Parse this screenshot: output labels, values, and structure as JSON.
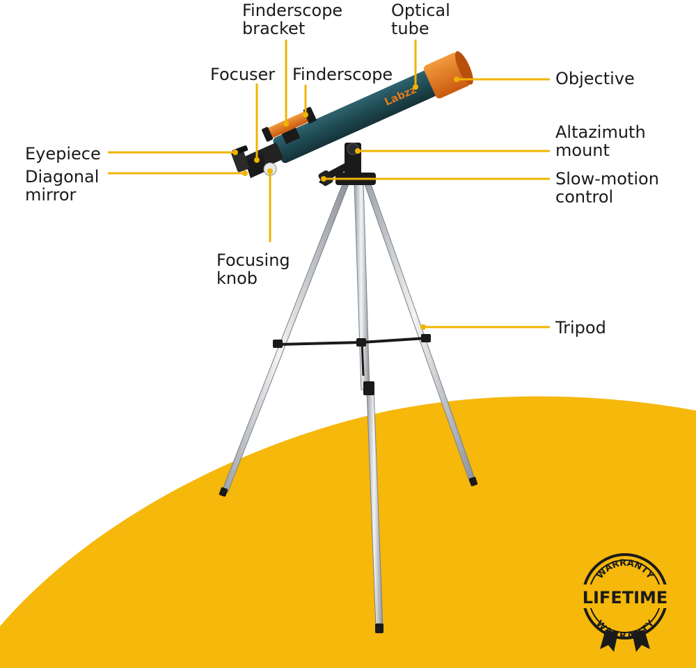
{
  "labels": {
    "finderscope_bracket": [
      "Finderscope",
      "bracket"
    ],
    "optical_tube": [
      "Optical",
      "tube"
    ],
    "focuser": "Focuser",
    "finderscope": "Finderscope",
    "objective": "Objective",
    "eyepiece": "Eyepiece",
    "diagonal_mirror": [
      "Diagonal",
      "mirror"
    ],
    "altazimuth_mount": [
      "Altazimuth",
      "mount"
    ],
    "slow_motion_control": [
      "Slow-motion",
      "control"
    ],
    "focusing_knob": [
      "Focusing",
      "knob"
    ],
    "tripod": "Tripod"
  },
  "tube_logo": "Labzz",
  "badge": {
    "top": "WARRANTY",
    "center": "LIFETIME",
    "bottom": "WARRANTY"
  },
  "colors": {
    "accent": "#f5b80b",
    "tube": "#1f4a52",
    "objective": "#e8761c",
    "leader": "#f0b400",
    "metal": "#c9ccd0",
    "black": "#1a1a1a"
  }
}
